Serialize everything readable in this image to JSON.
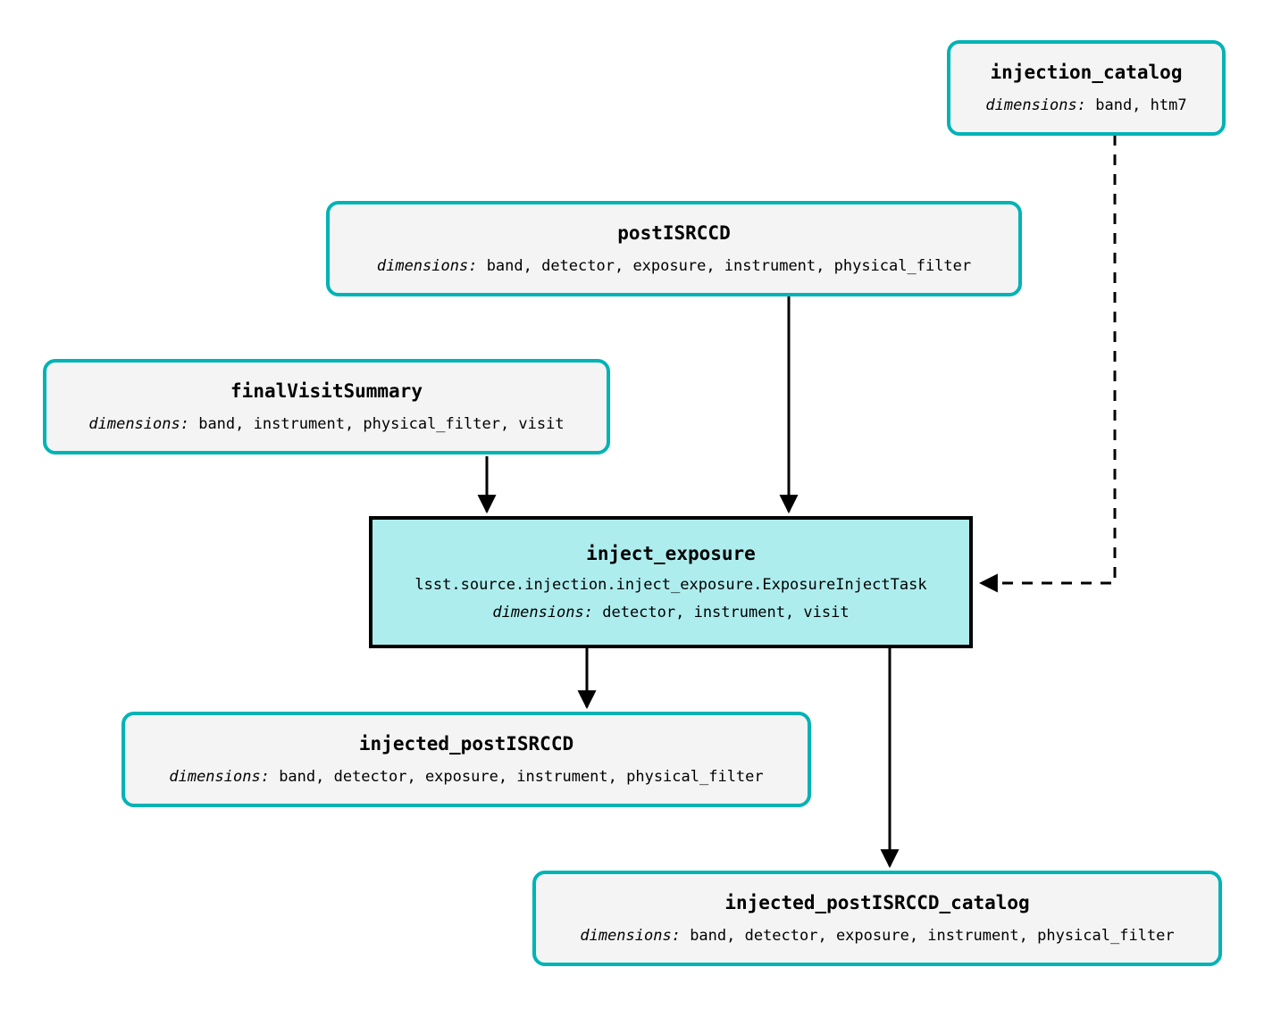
{
  "graph": {
    "type": "pipeline-dag",
    "background_color": "#ffffff",
    "dataset_fill": "#f4f4f4",
    "dataset_border": "#00b3b5",
    "task_fill": "#aeedee",
    "task_border": "#000000",
    "dimensions_label": "dimensions:"
  },
  "nodes": {
    "injection_catalog": {
      "title": "injection_catalog",
      "dimensions": " band, htm7",
      "kind": "dataset"
    },
    "postISRCCD": {
      "title": "postISRCCD",
      "dimensions": " band, detector, exposure, instrument, physical_filter",
      "kind": "dataset"
    },
    "finalVisitSummary": {
      "title": "finalVisitSummary",
      "dimensions": " band, instrument, physical_filter, visit",
      "kind": "dataset"
    },
    "inject_exposure": {
      "title": "inject_exposure",
      "classname": "lsst.source.injection.inject_exposure.ExposureInjectTask",
      "dimensions": " detector, instrument, visit",
      "kind": "task"
    },
    "injected_postISRCCD": {
      "title": "injected_postISRCCD",
      "dimensions": " band, detector, exposure, instrument, physical_filter",
      "kind": "dataset"
    },
    "injected_postISRCCD_catalog": {
      "title": "injected_postISRCCD_catalog",
      "dimensions": " band, detector, exposure, instrument, physical_filter",
      "kind": "dataset"
    }
  },
  "edges": [
    {
      "from": "postISRCCD",
      "to": "inject_exposure",
      "style": "solid"
    },
    {
      "from": "finalVisitSummary",
      "to": "inject_exposure",
      "style": "solid"
    },
    {
      "from": "injection_catalog",
      "to": "inject_exposure",
      "style": "dashed"
    },
    {
      "from": "inject_exposure",
      "to": "injected_postISRCCD",
      "style": "solid"
    },
    {
      "from": "inject_exposure",
      "to": "injected_postISRCCD_catalog",
      "style": "solid"
    }
  ]
}
